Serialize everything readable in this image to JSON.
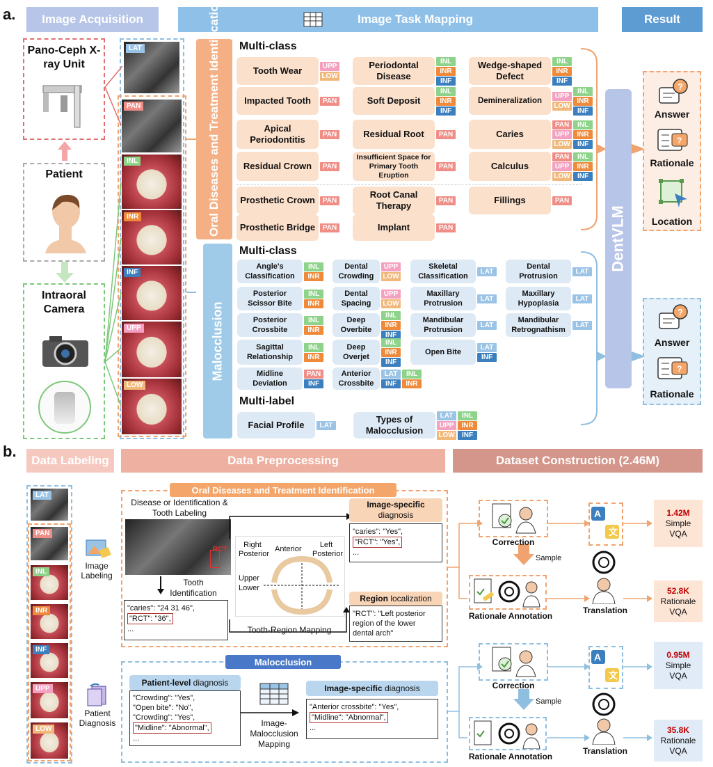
{
  "panel_a": "a.",
  "panel_b": "b.",
  "hdr_a": [
    "Image Acquisition",
    "Image Task Mapping",
    "Result"
  ],
  "hdr_b": [
    "Data Labeling",
    "Data Preprocessing",
    "Dataset Construction (2.46M)"
  ],
  "device": "Pano-Ceph X-ray Unit",
  "patient": "Patient",
  "camera": "Intraoral Camera",
  "img_tags": [
    "LAT",
    "PAN",
    "INL",
    "INR",
    "INF",
    "UPP",
    "LOW"
  ],
  "oral_title": "Oral Diseases and Treatment Identification",
  "mal_title": "Malocclusion",
  "multiclass": "Multi-class",
  "multilabel": "Multi-label",
  "dis": [
    {
      "n": "Tooth Wear",
      "t": [
        "UPP",
        "LOW"
      ]
    },
    {
      "n": "Periodontal Disease",
      "t": [
        "INL",
        "INR",
        "INF"
      ]
    },
    {
      "n": "Wedge-shaped Defect",
      "t": [
        "INL",
        "INR",
        "INF"
      ]
    },
    {
      "n": "Impacted Tooth",
      "t": [
        "PAN"
      ]
    },
    {
      "n": "Soft Deposit",
      "t": [
        "INL",
        "INR",
        "INF"
      ]
    },
    {
      "n": "Demineralization",
      "t": [
        "UPP",
        "LOW"
      ],
      "t2": [
        "INL",
        "INR",
        "INF"
      ]
    },
    {
      "n": "Apical Periodontitis",
      "t": [
        "PAN"
      ]
    },
    {
      "n": "Residual Root",
      "t": [
        "PAN"
      ]
    },
    {
      "n": "Caries",
      "t": [
        "PAN",
        "UPP",
        "LOW"
      ],
      "t2": [
        "INL",
        "INR",
        "INF"
      ]
    },
    {
      "n": "Residual Crown",
      "t": [
        "PAN"
      ]
    },
    {
      "n": "Insufficient Space for Primary Tooth Eruption",
      "t": [
        "PAN"
      ]
    },
    {
      "n": "Calculus",
      "t": [
        "PAN",
        "UPP",
        "LOW"
      ],
      "t2": [
        "INL",
        "INR",
        "INF"
      ]
    },
    {
      "n": "Prosthetic Crown",
      "t": [
        "PAN"
      ]
    },
    {
      "n": "Root Canal Therapy",
      "t": [
        "PAN"
      ]
    },
    {
      "n": "Fillings",
      "t": [
        "PAN"
      ]
    },
    {
      "n": "Prosthetic Bridge",
      "t": [
        "PAN"
      ]
    },
    {
      "n": "Implant",
      "t": [
        "PAN"
      ]
    }
  ],
  "mal": [
    {
      "n": "Angle's Classification",
      "t": [
        "INL",
        "INR"
      ]
    },
    {
      "n": "Dental Crowding",
      "t": [
        "UPP",
        "LOW"
      ]
    },
    {
      "n": "Skeletal Classification",
      "t": [
        "LAT"
      ]
    },
    {
      "n": "Dental Protrusion",
      "t": [
        "LAT"
      ]
    },
    {
      "n": "Posterior Scissor Bite",
      "t": [
        "INL",
        "INR"
      ]
    },
    {
      "n": "Dental Spacing",
      "t": [
        "UPP",
        "LOW"
      ]
    },
    {
      "n": "Maxillary Protrusion",
      "t": [
        "LAT"
      ]
    },
    {
      "n": "Maxillary Hypoplasia",
      "t": [
        "LAT"
      ]
    },
    {
      "n": "Posterior Crossbite",
      "t": [
        "INL",
        "INR"
      ]
    },
    {
      "n": "Deep Overbite",
      "t": [
        "INL",
        "INR",
        "INF"
      ]
    },
    {
      "n": "Mandibular Protrusion",
      "t": [
        "LAT"
      ]
    },
    {
      "n": "Mandibular Retrognathism",
      "t": [
        "LAT"
      ]
    },
    {
      "n": "Sagittal Relationship",
      "t": [
        "INL",
        "INR"
      ]
    },
    {
      "n": "Deep Overjet",
      "t": [
        "INL",
        "INR",
        "INF"
      ]
    },
    {
      "n": "Open Bite",
      "t": [
        "LAT",
        "INF"
      ]
    },
    {
      "n": "Midline Deviation",
      "t": [
        "PAN",
        "INF"
      ]
    },
    {
      "n": "Anterior Crossbite",
      "t": [
        "LAT",
        "INF"
      ],
      "t2": [
        "INL",
        "INR"
      ]
    }
  ],
  "ml": [
    {
      "n": "Facial Profile",
      "t": [
        "LAT"
      ]
    },
    {
      "n": "Types of Malocclusion",
      "t": [
        "LAT",
        "UPP",
        "LOW"
      ],
      "t2": [
        "INL",
        "INR",
        "INF"
      ]
    }
  ],
  "dentvlm": "DentVLM",
  "result": [
    "Answer",
    "Rationale",
    "Location",
    "Answer",
    "Rationale"
  ],
  "b": {
    "image_labeling": "Image Labeling",
    "patient_diagnosis": "Patient Diagnosis",
    "odti": "Oral Diseases and Treatment Identification",
    "disease_lab": "Disease or Identification & Tooth Labeling",
    "tooth_id": "Tooth Identification",
    "rct": "RCT",
    "code1": [
      "\"caries\": \"24 31 46\",",
      "\"RCT\": \"36\",",
      "..."
    ],
    "quad": {
      "rp": "Right Posterior",
      "ant": "Anterior",
      "lp": "Left Posterior",
      "upper": "Upper",
      "lower": "Lower"
    },
    "trm": "Tooth-Region Mapping",
    "isd_bold": "Image-specific",
    "isd_rest": "diagnosis",
    "code2": [
      "\"caries\": \"Yes\",",
      "\"RCT\": \"Yes\",",
      "..."
    ],
    "rl_bold": "Region",
    "rl_rest": "localization",
    "code3": [
      "\"RCT\": \"Left posterior",
      "region of the lower",
      "dental arch\""
    ],
    "mal": "Malocclusion",
    "pld_bold": "Patient-level",
    "pld_rest": "diagnosis",
    "code4": [
      "\"Crowding\": \"Yes\",",
      "\"Open bite\": \"No\",",
      "\"Crowding\": \"Yes\",",
      "\"Midline\": \"Abnormal\",",
      "..."
    ],
    "imm": "Image-Malocclusion Mapping",
    "code5": [
      "\"Anterior crossbite\": \"Yes\",",
      "\"Midline\": \"Abnormal\",",
      "..."
    ],
    "correction": "Correction",
    "sample": "Sample",
    "rationale_annot": "Rationale Annotation",
    "translation": "Translation",
    "vqa": [
      {
        "v": "1.42M",
        "l": "Simple VQA"
      },
      {
        "v": "52.8K",
        "l": "Rationale VQA"
      },
      {
        "v": "0.95M",
        "l": "Simple VQA"
      },
      {
        "v": "35.8K",
        "l": "Rationale VQA"
      }
    ]
  },
  "colors": {
    "orange": "#f0a36e",
    "blue": "#8fbfe0",
    "pink": "#f08d86",
    "green": "#9fd69c"
  }
}
